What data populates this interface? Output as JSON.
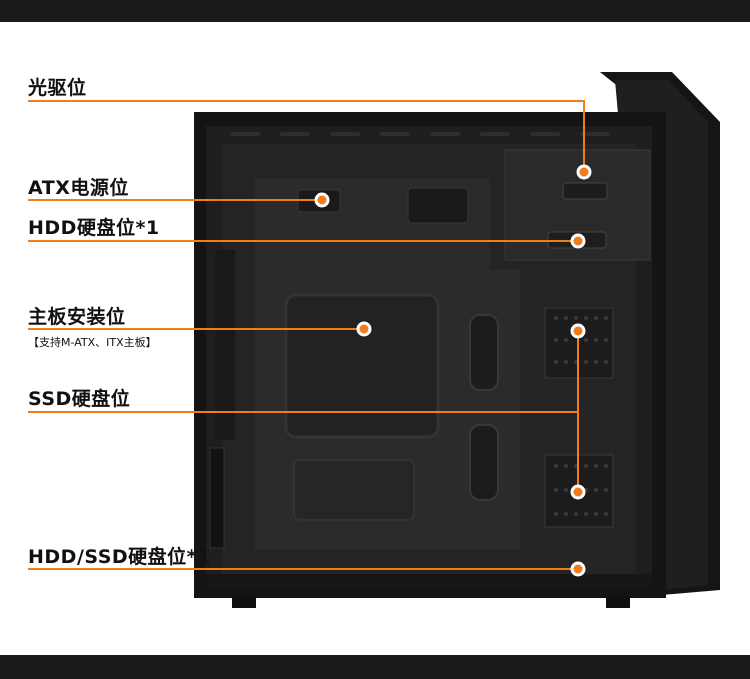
{
  "callouts": [
    {
      "label": "光驱位"
    },
    {
      "label": "ATX电源位"
    },
    {
      "label": "HDD硬盘位*1"
    },
    {
      "label": "主板安装位",
      "note": "【支持M-ATX、ITX主板】"
    },
    {
      "label": "SSD硬盘位"
    },
    {
      "label": "HDD/SSD硬盘位*1"
    }
  ],
  "colors": {
    "accent": "#f07c1a",
    "band": "#1b1b1b",
    "case": "#1a1a1a",
    "panel": "#262626"
  }
}
